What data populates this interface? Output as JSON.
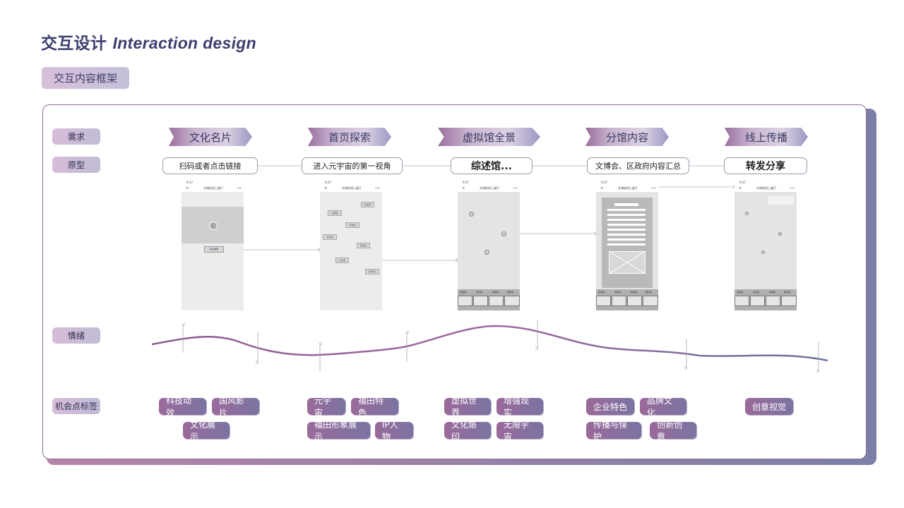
{
  "title": {
    "cn": "交互设计",
    "en": "Interaction design"
  },
  "section_tag": "交互内容框架",
  "row_labels": {
    "need": "需求",
    "prototype": "原型",
    "emotion": "情绪",
    "opportunity": "机会点标签"
  },
  "stages": [
    {
      "need": "文化名片",
      "prototype": "扫码或者点击链接",
      "tags": [
        "科技动效",
        "国风影片",
        "文化展示"
      ]
    },
    {
      "need": "首页探索",
      "prototype": "进入元宇宙的第一视角",
      "tags": [
        "元宇宙",
        "福田特色",
        "福田形象展示",
        "IP人物"
      ]
    },
    {
      "need": "虚拟馆全景",
      "prototype": "综述馆...",
      "tags": [
        "虚拟世界",
        "增强现实",
        "文化烙印",
        "无限宇宙"
      ]
    },
    {
      "need": "分馆内容",
      "prototype": "文博会、区政府内容汇总",
      "tags": [
        "企业特色",
        "品牌文化",
        "传播与保护",
        "创新创意"
      ]
    },
    {
      "need": "线上传播",
      "prototype": "转发分享",
      "tags": [
        "创意视觉"
      ]
    }
  ],
  "phone": {
    "time": "9:27",
    "title": "文博会线上展厅",
    "more": "•••",
    "close": "×"
  },
  "phone1": {
    "button": "路过看看"
  },
  "phone2": {
    "pills": [
      "分展馆",
      "综述馆",
      "科技馆",
      "科创馆",
      "馆中馆",
      "文化馆",
      "国际馆"
    ]
  },
  "nav_labels": [
    "综述馆",
    "文化馆",
    "科技馆",
    "国际馆"
  ],
  "colors": {
    "accent_purple": "#9a6a9a",
    "accent_blue": "#7a74a2",
    "curve": "#7a5a8e"
  }
}
